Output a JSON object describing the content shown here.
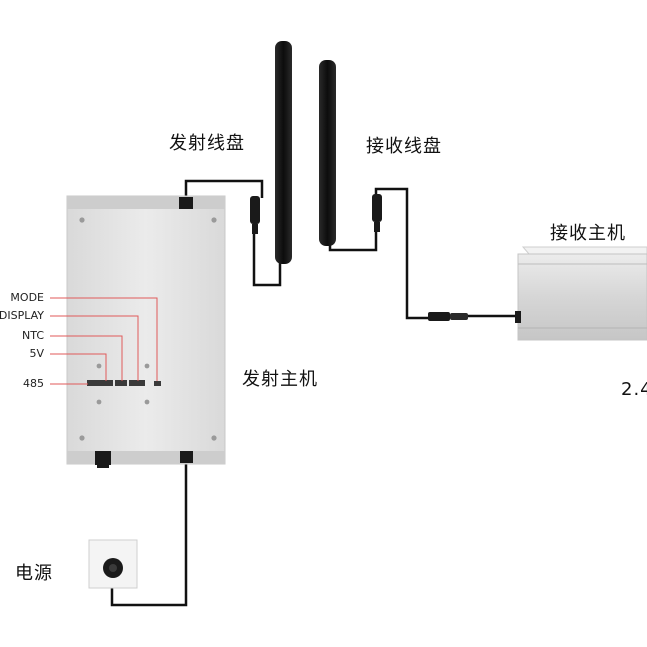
{
  "labels": {
    "tx_coil": "发射线盘",
    "rx_coil": "接收线盘",
    "rx_host": "接收主机",
    "tx_host": "发射主机",
    "power": "电源",
    "partial_text": "2.4"
  },
  "ports": [
    "MODE",
    "DISPLAY",
    "NTC",
    "5V",
    "485"
  ],
  "colors": {
    "callout_line": "#e05a5a",
    "cable": "#111111",
    "tx_box": "#e6e6e6",
    "rx_box": "#dadada"
  },
  "icons": {
    "power_outlet": "wall-socket-icon",
    "screws": "screw-icon",
    "connectors": "connector-icon"
  }
}
